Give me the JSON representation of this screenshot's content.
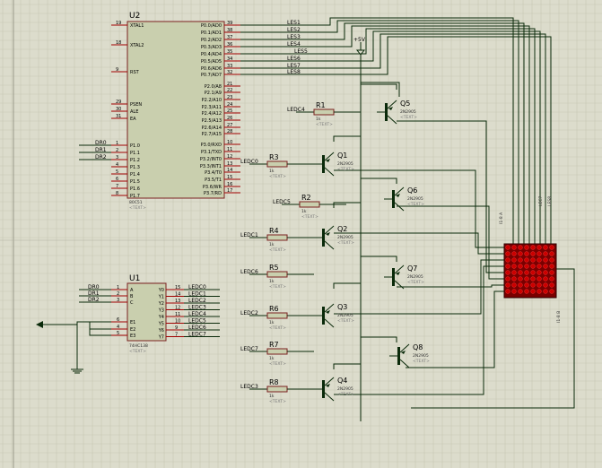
{
  "u2": {
    "ref": "U2",
    "part": "80C51",
    "text": "<TEXT>",
    "left_pins": [
      {
        "num": "19",
        "name": "XTAL1"
      },
      {
        "num": "18",
        "name": "XTAL2"
      },
      {
        "num": "9",
        "name": "RST"
      },
      {
        "num": "29",
        "name": "PSEN"
      },
      {
        "num": "30",
        "name": "ALE"
      },
      {
        "num": "31",
        "name": "EA"
      },
      {
        "num": "1",
        "name": "P1.0"
      },
      {
        "num": "2",
        "name": "P1.1"
      },
      {
        "num": "3",
        "name": "P1.2"
      },
      {
        "num": "4",
        "name": "P1.3"
      },
      {
        "num": "5",
        "name": "P1.4"
      },
      {
        "num": "6",
        "name": "P1.5"
      },
      {
        "num": "7",
        "name": "P1.6"
      },
      {
        "num": "8",
        "name": "P1.7"
      }
    ],
    "right_pins": [
      {
        "num": "39",
        "name": "P0.0/AD0"
      },
      {
        "num": "38",
        "name": "P0.1/AD1"
      },
      {
        "num": "37",
        "name": "P0.2/AD2"
      },
      {
        "num": "36",
        "name": "P0.3/AD3"
      },
      {
        "num": "35",
        "name": "P0.4/AD4"
      },
      {
        "num": "34",
        "name": "P0.5/AD5"
      },
      {
        "num": "33",
        "name": "P0.6/AD6"
      },
      {
        "num": "32",
        "name": "P0.7/AD7"
      },
      {
        "num": "21",
        "name": "P2.0/A8"
      },
      {
        "num": "22",
        "name": "P2.1/A9"
      },
      {
        "num": "23",
        "name": "P2.2/A10"
      },
      {
        "num": "24",
        "name": "P2.3/A11"
      },
      {
        "num": "25",
        "name": "P2.4/A12"
      },
      {
        "num": "26",
        "name": "P2.5/A13"
      },
      {
        "num": "27",
        "name": "P2.6/A14"
      },
      {
        "num": "28",
        "name": "P2.7/A15"
      },
      {
        "num": "10",
        "name": "P3.0/RXD"
      },
      {
        "num": "11",
        "name": "P3.1/TXD"
      },
      {
        "num": "12",
        "name": "P3.2/INT0"
      },
      {
        "num": "13",
        "name": "P3.3/INT1"
      },
      {
        "num": "14",
        "name": "P3.4/T0"
      },
      {
        "num": "15",
        "name": "P3.5/T1"
      },
      {
        "num": "16",
        "name": "P3.6/WR"
      },
      {
        "num": "17",
        "name": "P3.7/RD"
      }
    ],
    "p0_nets": [
      "LES1",
      "LES2",
      "LES3",
      "LES4",
      "LES5",
      "LES6",
      "LES7",
      "LES8"
    ],
    "p1_nets": [
      "DR0",
      "DR1",
      "DR2"
    ]
  },
  "u1": {
    "ref": "U1",
    "part": "74HC138",
    "text": "<TEXT>",
    "left_pins": [
      {
        "num": "1",
        "name": "A"
      },
      {
        "num": "2",
        "name": "B"
      },
      {
        "num": "3",
        "name": "C"
      },
      {
        "num": "6",
        "name": "E1"
      },
      {
        "num": "4",
        "name": "E2"
      },
      {
        "num": "5",
        "name": "E3"
      }
    ],
    "right_pins": [
      {
        "num": "15",
        "name": "Y0"
      },
      {
        "num": "14",
        "name": "Y1"
      },
      {
        "num": "13",
        "name": "Y2"
      },
      {
        "num": "12",
        "name": "Y3"
      },
      {
        "num": "11",
        "name": "Y4"
      },
      {
        "num": "10",
        "name": "Y5"
      },
      {
        "num": "9",
        "name": "Y6"
      },
      {
        "num": "7",
        "name": "Y7"
      }
    ],
    "in_nets": [
      "DR0",
      "DR1",
      "DR2"
    ],
    "out_nets": [
      "LEDC0",
      "LEDC1",
      "LEDC2",
      "LEDC3",
      "LEDC4",
      "LEDC5",
      "LEDC6",
      "LEDC7"
    ]
  },
  "vcc": "+5V",
  "resistors": [
    {
      "ref": "R1",
      "val": "1k",
      "text": "<TEXT>",
      "net": "LEDC4"
    },
    {
      "ref": "R2",
      "val": "1k",
      "text": "<TEXT>",
      "net": "LEDC5"
    },
    {
      "ref": "R3",
      "val": "1k",
      "text": "<TEXT>",
      "net": "LEDC0"
    },
    {
      "ref": "R4",
      "val": "1k",
      "text": "<TEXT>",
      "net": "LEDC1"
    },
    {
      "ref": "R5",
      "val": "1k",
      "text": "<TEXT>",
      "net": "LEDC6"
    },
    {
      "ref": "R6",
      "val": "1k",
      "text": "<TEXT>",
      "net": "LEDC2"
    },
    {
      "ref": "R7",
      "val": "1k",
      "text": "<TEXT>",
      "net": "LEDC7"
    },
    {
      "ref": "R8",
      "val": "1k",
      "text": "<TEXT>",
      "net": "LEDC3"
    }
  ],
  "transistors": [
    {
      "ref": "Q1",
      "part": "2N2905",
      "text": "<TEXT>"
    },
    {
      "ref": "Q2",
      "part": "2N2905",
      "text": "<TEXT>"
    },
    {
      "ref": "Q3",
      "part": "2N2905",
      "text": "<TEXT>"
    },
    {
      "ref": "Q4",
      "part": "2N2905",
      "text": "<TEXT>"
    },
    {
      "ref": "Q5",
      "part": "2N2905",
      "text": "<TEXT>"
    },
    {
      "ref": "Q6",
      "part": "2N2905",
      "text": "<TEXT>"
    },
    {
      "ref": "Q7",
      "part": "2N2905",
      "text": "<TEXT>"
    },
    {
      "ref": "Q8",
      "part": "2N2905",
      "text": "<TEXT>"
    }
  ],
  "matrix": {
    "rows": 8,
    "cols": 8,
    "labels": [
      "I1-8 A",
      "LEC7",
      "LES8",
      "I1-8 B"
    ],
    "led_color": "#cc0000",
    "body_color": "#7a0000"
  },
  "colors": {
    "background": "#dcdccc",
    "grid": "#c8c8b4",
    "wire": "#0a2a0a",
    "pin": "#a00000",
    "chip": "#c9cfae"
  }
}
